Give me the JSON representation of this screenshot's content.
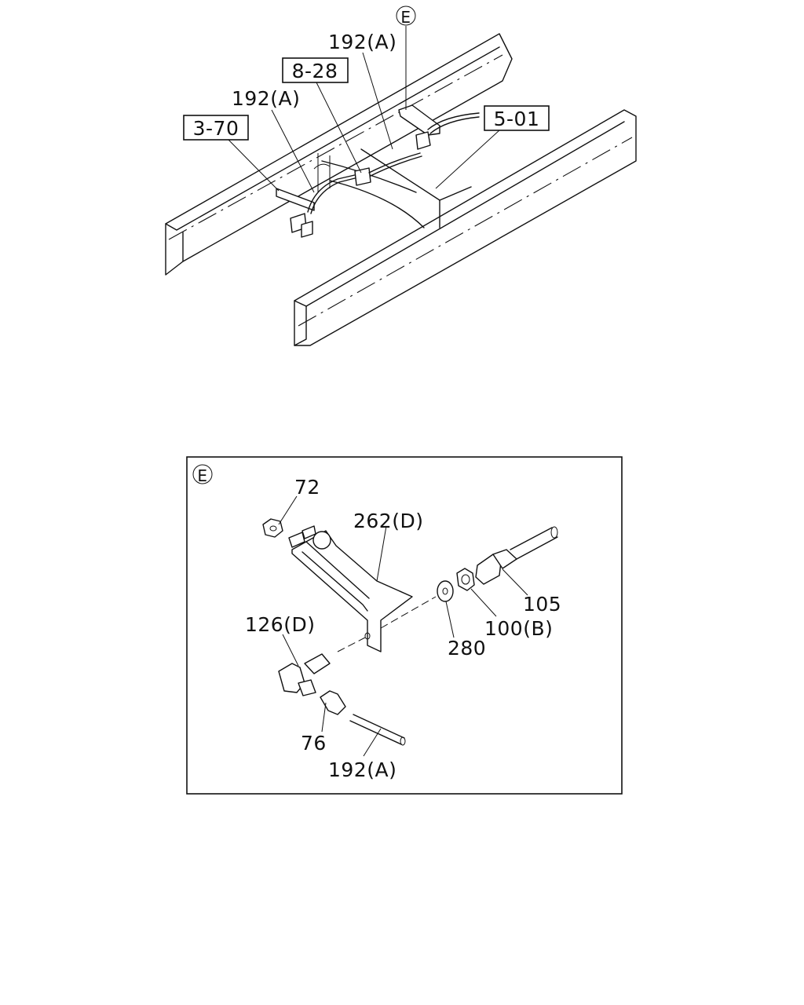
{
  "top_view": {
    "callout_e": "E",
    "refs": {
      "r1": "3-70",
      "r2": "8-28",
      "r3": "5-01"
    },
    "labels": {
      "pipe_left": "192(A)",
      "pipe_right": "192(A)"
    }
  },
  "detail_view": {
    "callout_e": "E",
    "labels": {
      "nut": "72",
      "bracket": "262(D)",
      "union": "126(D)",
      "nipple": "76",
      "pipe": "192(A)",
      "washer": "280",
      "locknut": "100(B)",
      "hose_end": "105"
    }
  }
}
